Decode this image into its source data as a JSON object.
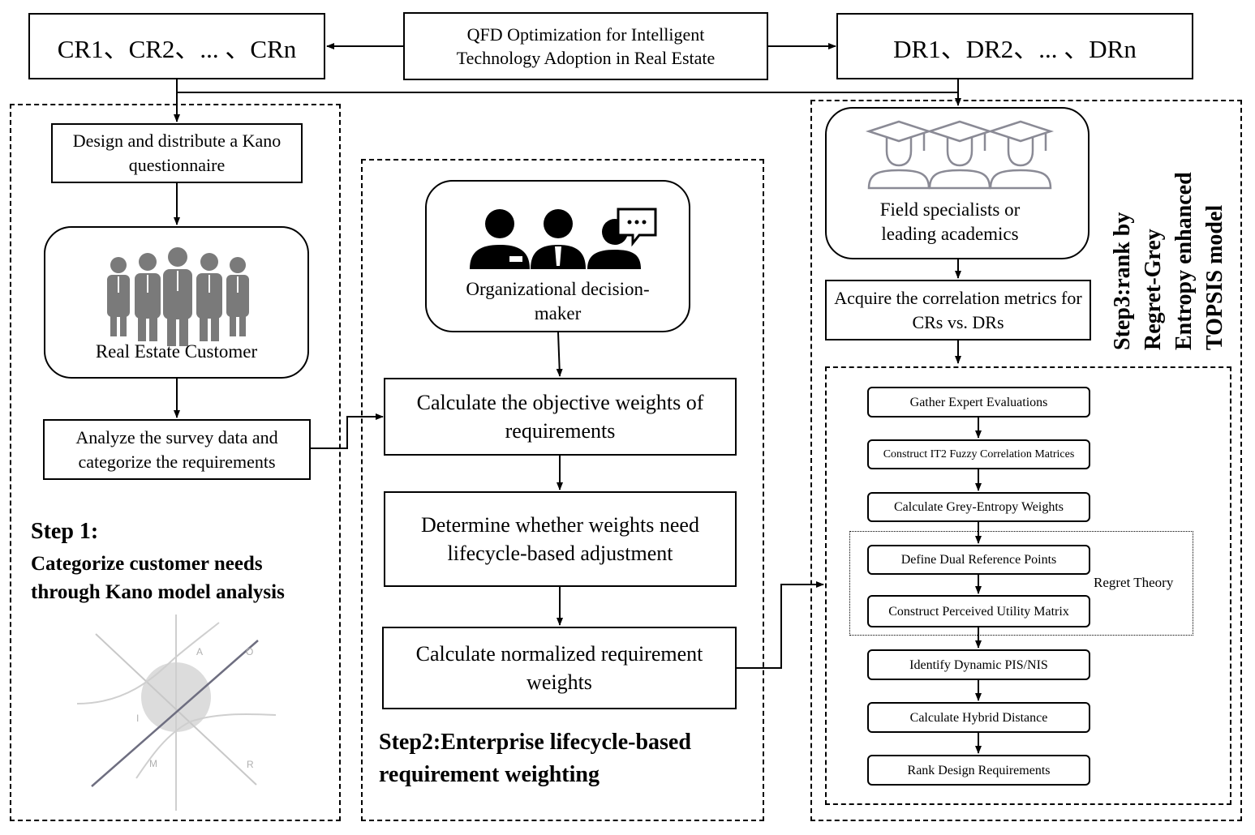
{
  "top": {
    "cr": "CR1、CR2、... 、CRn",
    "center": "QFD Optimization for Intelligent Technology Adoption in Real Estate",
    "dr": "DR1、DR2、... 、DRn"
  },
  "step1": {
    "design": "Design and distribute a Kano questionnaire",
    "customer": "Real Estate Customer",
    "analyze": "Analyze the survey data and categorize the requirements",
    "title": "Step 1:",
    "subtitle": "Categorize customer needs through Kano model analysis",
    "kano": {
      "a": "A",
      "o": "O",
      "i": "I",
      "m": "M",
      "r": "R"
    }
  },
  "step2": {
    "decision_maker": "Organizational decision-maker",
    "objective": "Calculate the objective weights of requirements",
    "determine": "Determine whether weights need lifecycle-based adjustment",
    "normalized": "Calculate normalized requirement weights",
    "title": "Step2:Enterprise lifecycle-based requirement weighting"
  },
  "step3": {
    "specialists": "Field specialists or leading academics",
    "acquire": "Acquire the correlation metrics for CRs vs. DRs",
    "title_lines": [
      "Step3:rank by",
      "Regret-Grey",
      "Entropy enhanced",
      "TOPSIS model"
    ],
    "steps": [
      "Gather Expert Evaluations",
      "Construct IT2 Fuzzy Correlation Matrices",
      "Calculate Grey-Entropy Weights",
      "Define Dual Reference Points",
      "Construct Perceived Utility Matrix",
      "Identify Dynamic PIS/NIS",
      "Calculate Hybrid Distance",
      "Rank Design Requirements"
    ],
    "regret_label": "Regret Theory"
  },
  "colors": {
    "icon_gray": "#7a7a7a",
    "kano_gray": "#cfcfcf",
    "kano_line": "#6e6e80"
  }
}
